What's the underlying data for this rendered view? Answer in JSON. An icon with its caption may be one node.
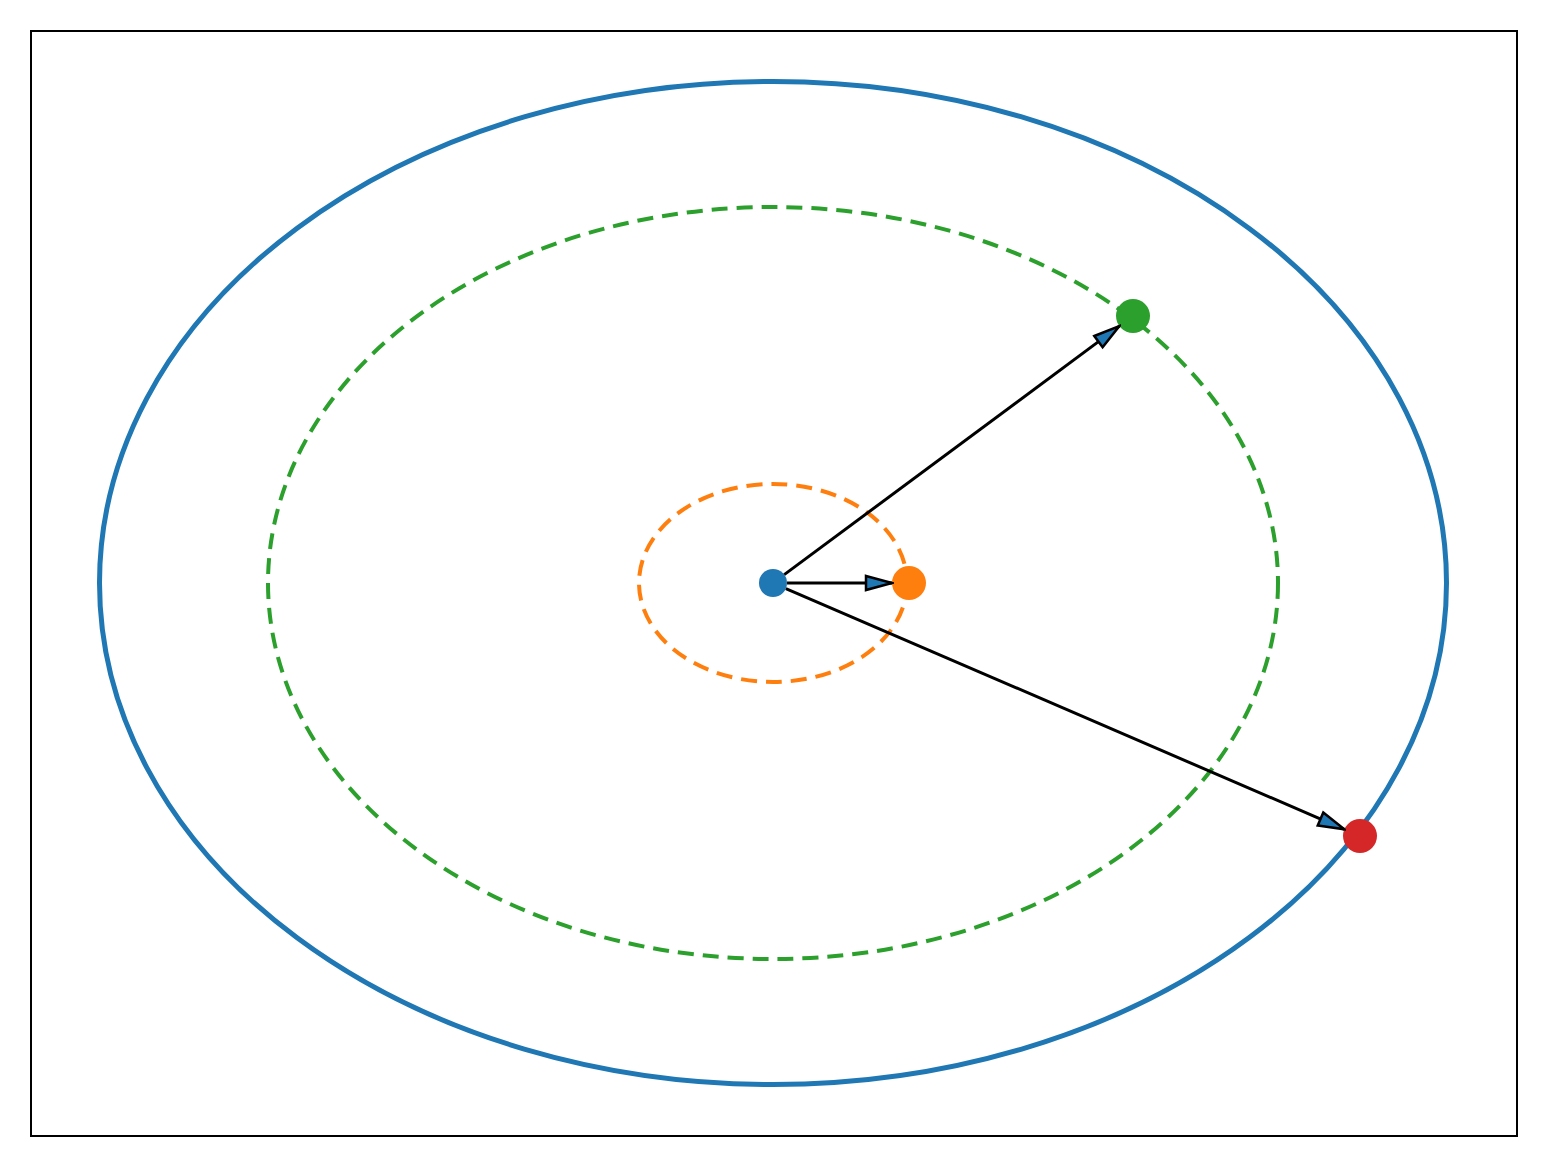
{
  "diagram": {
    "nodes": [
      {
        "text": [],
        "shape": "ellipse"
      },
      {
        "text": [],
        "shape": "ellipse",
        "in": 0
      },
      {
        "text": [],
        "shape": "ellipse",
        "in": 1
      },
      {
        "text": [],
        "shape": "circle",
        "in": 2
      },
      {
        "text": [],
        "shape": "circle",
        "in": 1
      },
      {
        "text": [],
        "shape": "circle",
        "in": 0
      },
      {
        "text": [],
        "shape": "circle"
      }
    ],
    "edges": [
      {
        "from": 3,
        "to": 4,
        "arrow": "to"
      },
      {
        "from": 3,
        "to": 5,
        "arrow": "to"
      },
      {
        "from": 3,
        "to": 6,
        "arrow": "to"
      }
    ]
  }
}
